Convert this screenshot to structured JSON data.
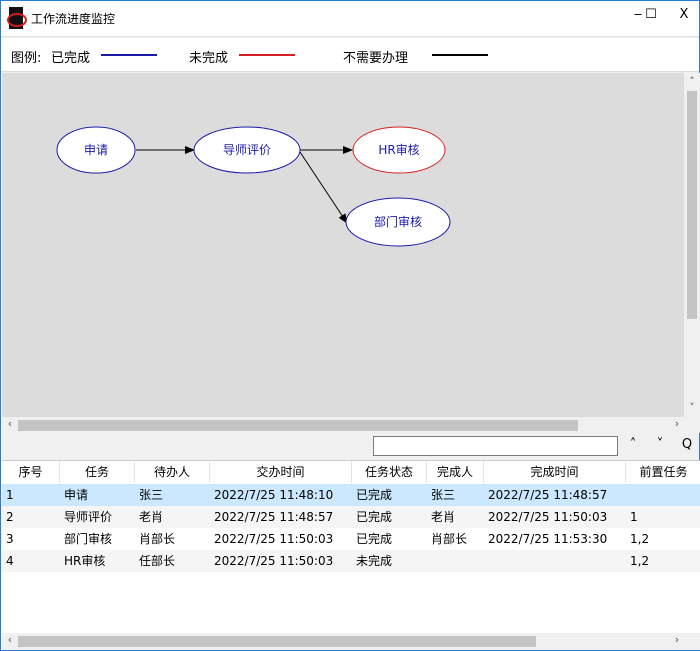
{
  "window": {
    "title": "工作流进度监控",
    "minimize": "‒",
    "maximize": "☐",
    "close": "X"
  },
  "legend": {
    "label": "图例:",
    "items": [
      {
        "label": "已完成",
        "color": "#1a1aa8"
      },
      {
        "label": "未完成",
        "color": "#d42020"
      },
      {
        "label": "不需要办理",
        "color": "#000000"
      }
    ]
  },
  "diagram": {
    "nodes": [
      {
        "id": "n1",
        "label": "申请",
        "status": "done"
      },
      {
        "id": "n2",
        "label": "导师评价",
        "status": "done"
      },
      {
        "id": "n3",
        "label": "HR审核",
        "status": "pending"
      },
      {
        "id": "n4",
        "label": "部门审核",
        "status": "done"
      }
    ],
    "edges": [
      [
        "n1",
        "n2"
      ],
      [
        "n2",
        "n3"
      ],
      [
        "n2",
        "n4"
      ]
    ]
  },
  "search": {
    "value": "",
    "up": "˄",
    "down": "˅",
    "find": "Q"
  },
  "table": {
    "columns": [
      "序号",
      "任务",
      "待办人",
      "交办时间",
      "任务状态",
      "完成人",
      "完成时间",
      "前置任务"
    ],
    "rows": [
      [
        "1",
        "申请",
        "张三",
        "2022/7/25 11:48:10",
        "已完成",
        "张三",
        "2022/7/25 11:48:57",
        ""
      ],
      [
        "2",
        "导师评价",
        "老肖",
        "2022/7/25 11:48:57",
        "已完成",
        "老肖",
        "2022/7/25 11:50:03",
        "1"
      ],
      [
        "3",
        "部门审核",
        "肖部长",
        "2022/7/25 11:50:03",
        "已完成",
        "肖部长",
        "2022/7/25 11:53:30",
        "1,2"
      ],
      [
        "4",
        "HR审核",
        "任部长",
        "2022/7/25 11:50:03",
        "未完成",
        "",
        "",
        "1,2"
      ]
    ]
  }
}
